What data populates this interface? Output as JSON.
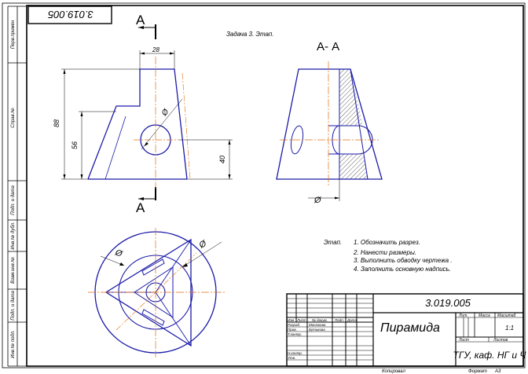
{
  "frame": {
    "stamp_top": "3.019.005",
    "side_labels": [
      "Перв.примен",
      "Справ.№",
      "Подп. и дата",
      "Инв.№ дубл.",
      "Взам.инв.№",
      "Подп. и дата",
      "Инв.№ подл."
    ]
  },
  "task": {
    "title": "Задача 3. Этап."
  },
  "front_view": {
    "section_letter_top": "А",
    "section_letter_bottom": "А",
    "dims": {
      "top_width": "28",
      "height_total": "88",
      "height_inner": "56",
      "hole_height": "40",
      "hole_diam": "Ø"
    }
  },
  "section_view": {
    "title": "А- А",
    "dim": "Ø"
  },
  "top_view": {
    "dim_left": "Ø",
    "dim_right": "Ø"
  },
  "instructions": {
    "heading": "Этап.",
    "items": [
      "1. Обозначить разрез.",
      "2. Нанести размеры.",
      "3. Выполнить обводку чертежа .",
      "4. Заполнить основную надпись."
    ]
  },
  "title_block": {
    "designation": "3.019.005",
    "name": "Пирамида",
    "org": "ТГУ, каф. НГ и Ч",
    "col_lit": "Лит.",
    "col_mass": "Масса",
    "col_scale": "Масштаб",
    "scale_value": "1:1",
    "sheet_label": "Лист",
    "sheets_label": "Листов",
    "rows": [
      "Изм",
      "Лист",
      "№ докум.",
      "Подп.",
      "Дата"
    ],
    "role_dev": "Разраб.",
    "role_dev_name": "Масюкова",
    "role_check": "Пров.",
    "role_check_name": "Бутикова",
    "role_tcontrol": "Т.контр.",
    "role_ncontrol": "Н.контр.",
    "role_approve": "Утв.",
    "copied": "Копировал",
    "format": "Формат",
    "format_value": "А3"
  }
}
